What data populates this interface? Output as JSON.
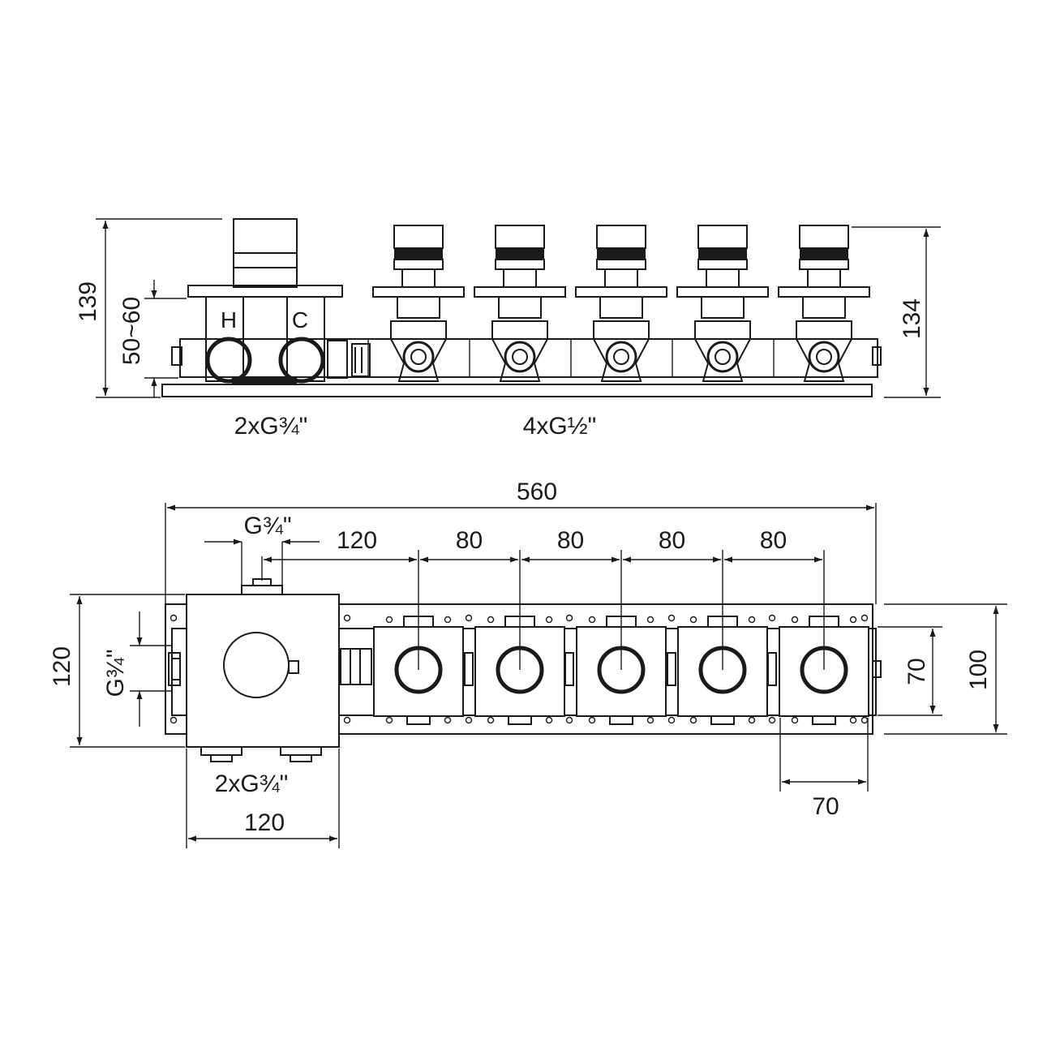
{
  "side_view": {
    "height_left": "139",
    "height_adjust": "50~60",
    "height_right": "134",
    "hot_label": "H",
    "cold_label": "C",
    "inlet_label": "2xG¾\"",
    "outlet_label": "4xG½\""
  },
  "top_view": {
    "total_width": "560",
    "inlet_thread_top": "G¾\"",
    "first_spacing": "120",
    "spacings": [
      "80",
      "80",
      "80",
      "80"
    ],
    "depth_left": "120",
    "side_thread": "G¾\"",
    "module_height": "70",
    "plate_height": "100",
    "bottom_threads": "2xG¾\"",
    "mixer_width": "120",
    "module_width": "70"
  }
}
